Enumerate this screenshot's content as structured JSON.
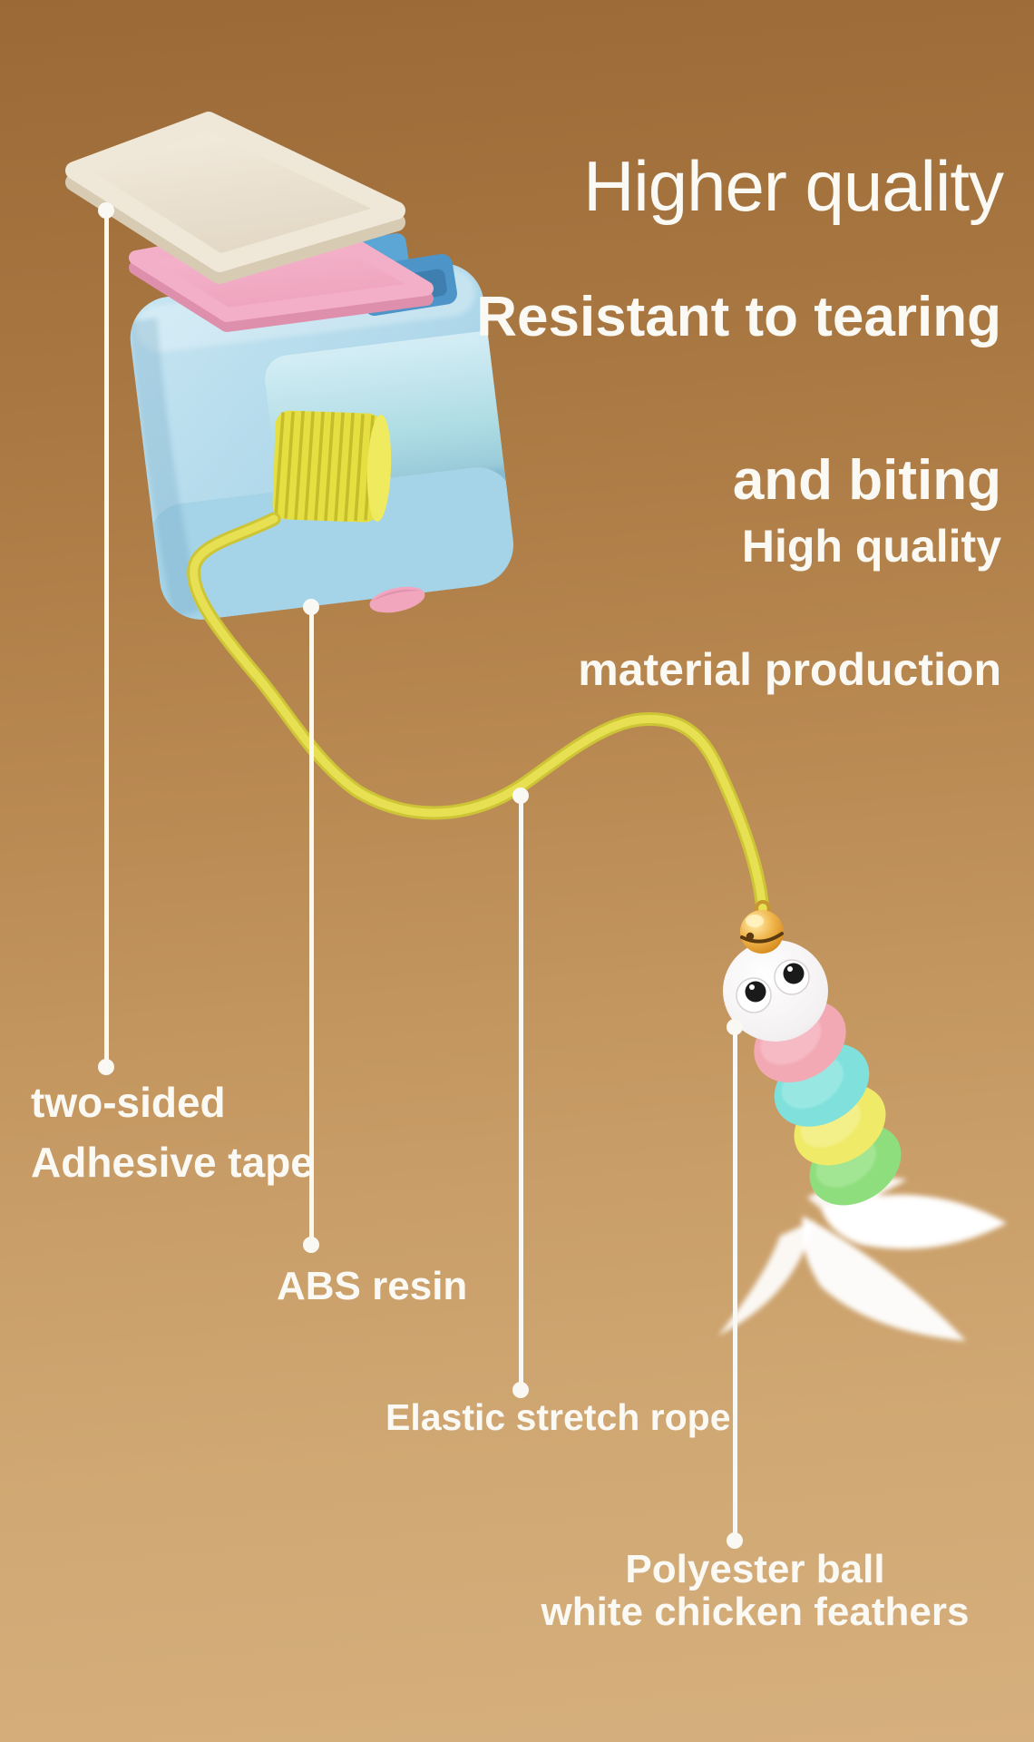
{
  "header": {
    "title": "Higher quality",
    "subtitle_line1": "Resistant to tearing",
    "subtitle_line2": "and biting",
    "tagline_line1": "High quality",
    "tagline_line2": "material production"
  },
  "callouts": [
    {
      "id": "adhesive-tape",
      "line1": "two-sided",
      "line2": "Adhesive tape"
    },
    {
      "id": "abs-resin",
      "line1": "ABS resin"
    },
    {
      "id": "elastic-rope",
      "line1": "Elastic stretch rope"
    },
    {
      "id": "polyester-ball",
      "line1": "Polyester ball",
      "line2": "white chicken feathers"
    }
  ],
  "product_parts": {
    "adhesive_plate": "two-sided adhesive plate",
    "mount_plate": "pink mounting plate",
    "housing": "blue reel housing",
    "coil": "coiled elastic rope",
    "button": "pink release button",
    "rope": "elastic stretch rope",
    "bell": "gold bell",
    "toy": "caterpillar plush with feathers"
  },
  "colors": {
    "background_top": "#9B6936",
    "background_bottom": "#D5AF7D",
    "text_and_lines": "#FBF9F4",
    "rope_yellow": "#E7E052",
    "housing_blue": "#AFD8EA",
    "plate_pink": "#F3AFC8",
    "plate_cream": "#F0E8DA",
    "bell_gold": "#E8A73C",
    "segment_pink": "#F2A9B4",
    "segment_cyan": "#7FE0DC",
    "segment_yellow": "#EFEA67",
    "segment_green": "#8FDE7E"
  }
}
